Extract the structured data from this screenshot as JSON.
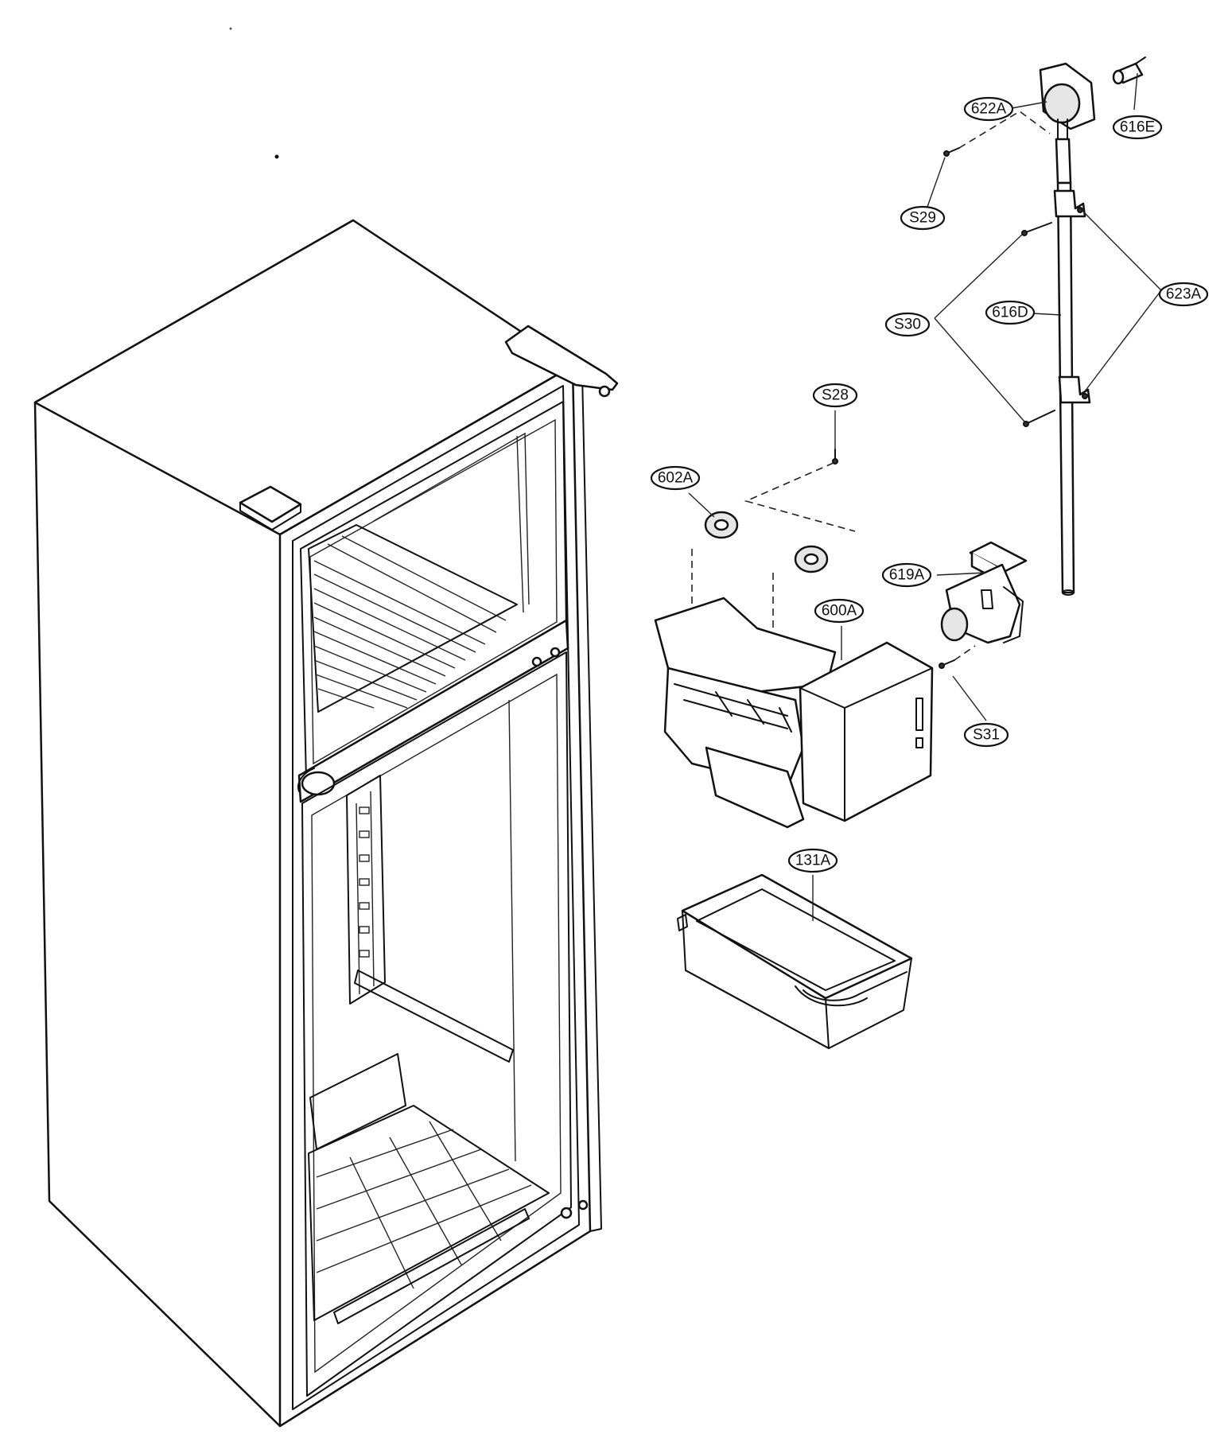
{
  "callouts": [
    {
      "id": "622A",
      "label": "622A"
    },
    {
      "id": "616E",
      "label": "616E"
    },
    {
      "id": "S29",
      "label": "S29"
    },
    {
      "id": "623A",
      "label": "623A"
    },
    {
      "id": "S30",
      "label": "S30"
    },
    {
      "id": "616D",
      "label": "616D"
    },
    {
      "id": "S28",
      "label": "S28"
    },
    {
      "id": "602A",
      "label": "602A"
    },
    {
      "id": "619A",
      "label": "619A"
    },
    {
      "id": "600A",
      "label": "600A"
    },
    {
      "id": "S31",
      "label": "S31"
    },
    {
      "id": "131A",
      "label": "131A"
    }
  ]
}
